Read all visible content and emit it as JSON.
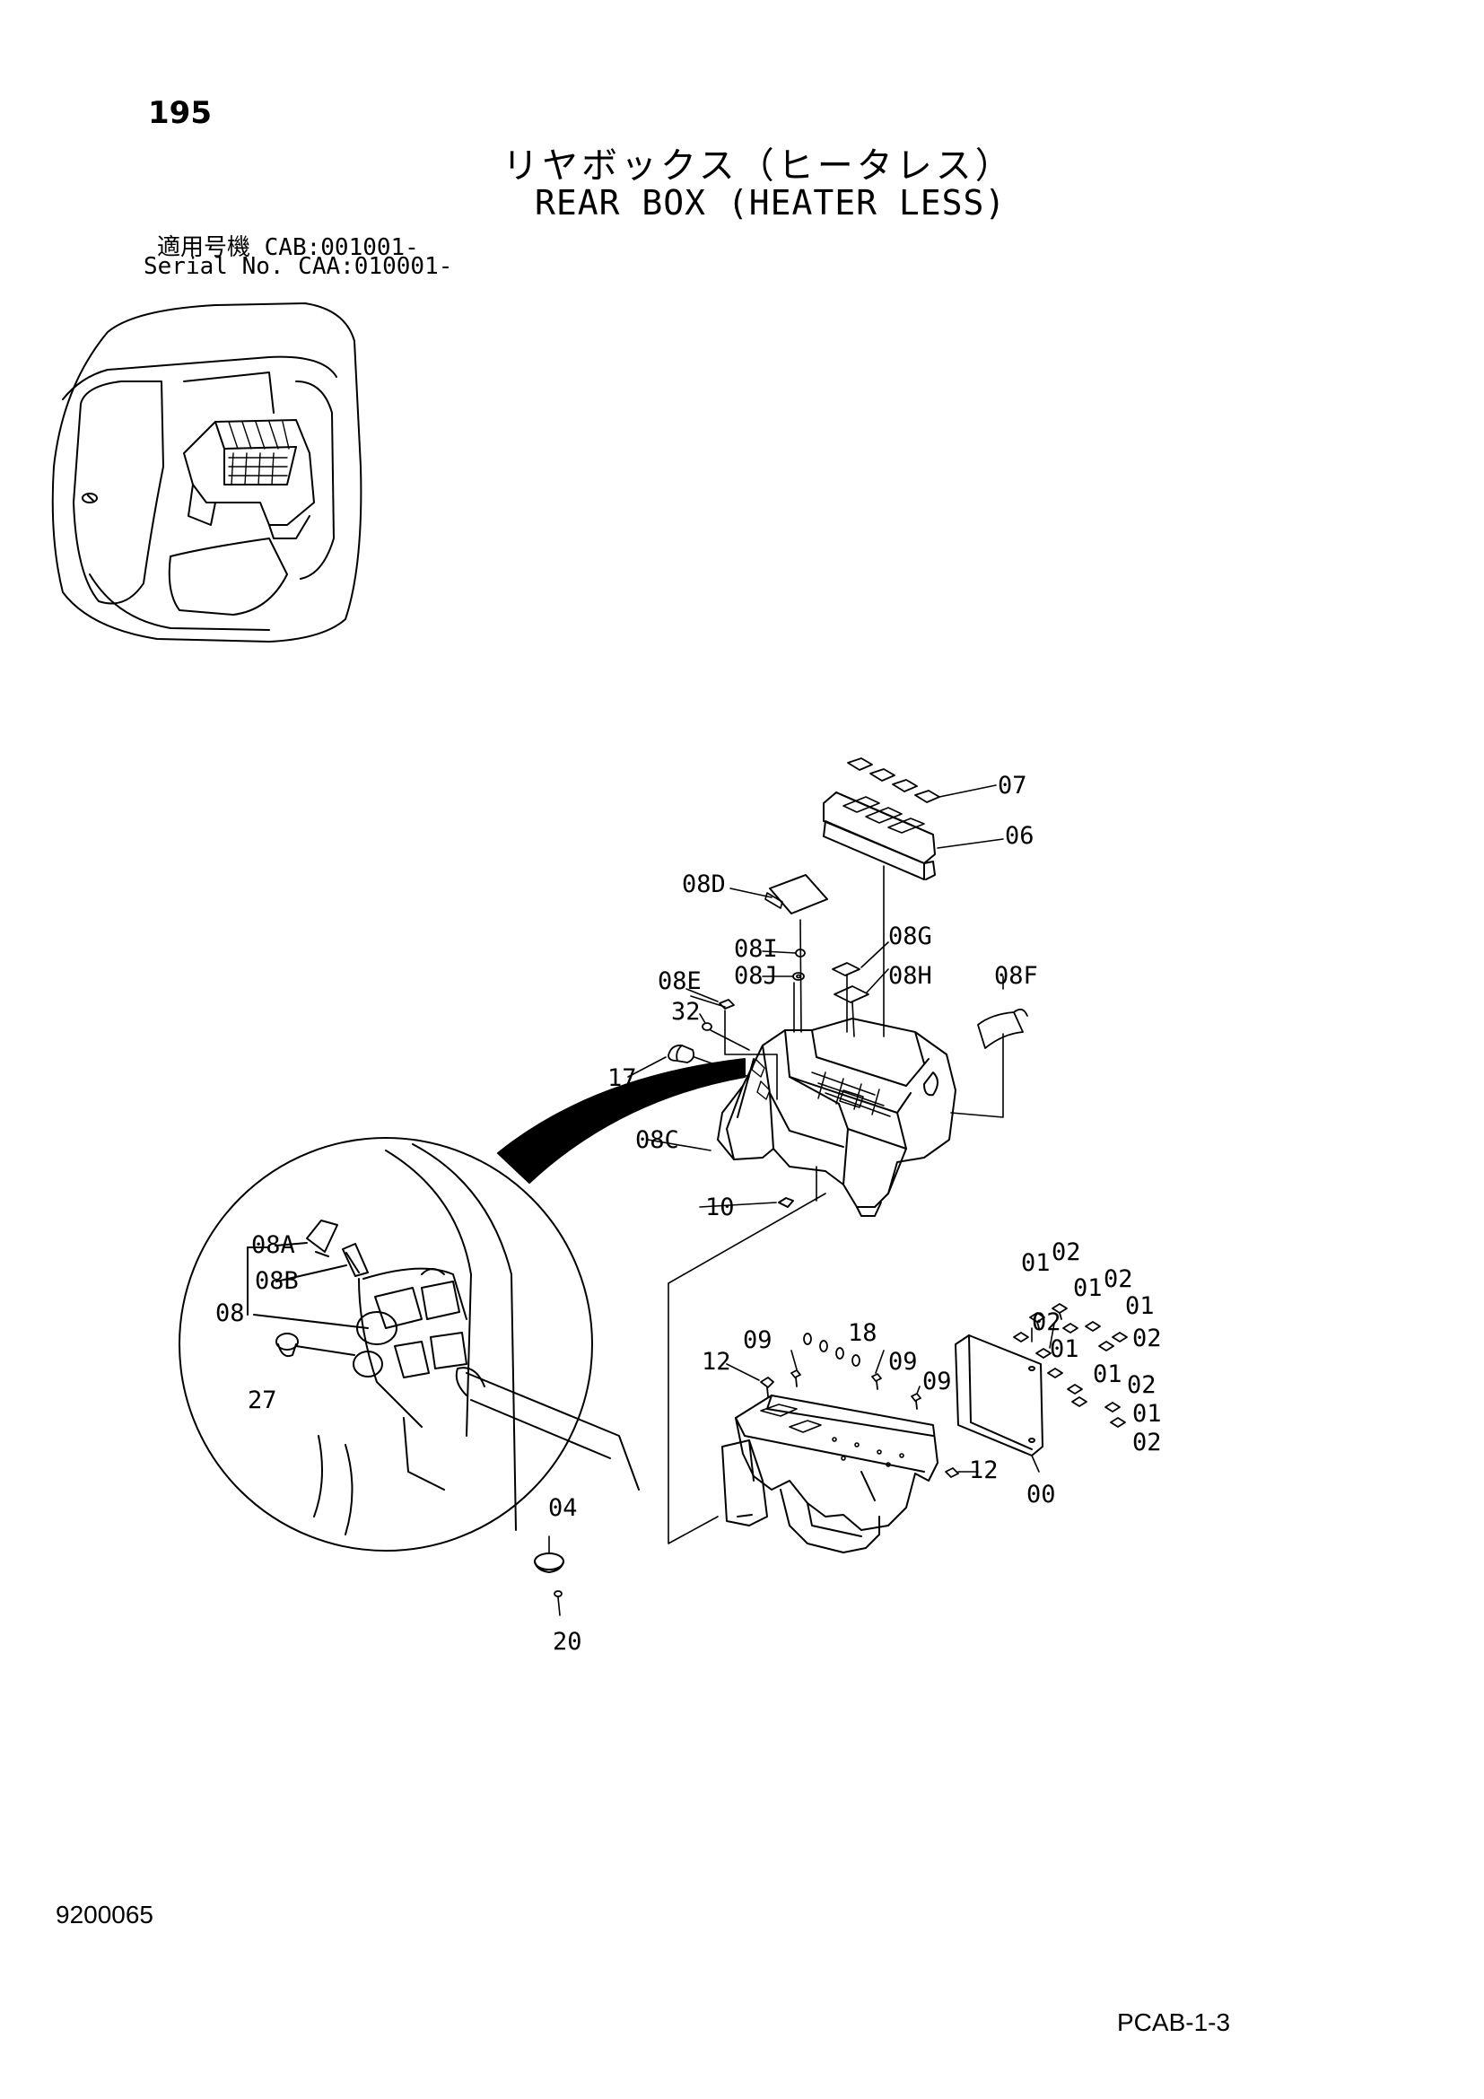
{
  "header": {
    "page_number": "195",
    "title_jp": "リヤボックス（ヒータレス）",
    "title_en": "REAR BOX (HEATER LESS)",
    "serial_line_1": "適用号機  CAB:001001-",
    "serial_line_2": "Serial No. CAA:010001-"
  },
  "footer": {
    "doc_id": "9200065",
    "page_code": "PCAB-1-3"
  },
  "part_labels": [
    {
      "id": "p07",
      "text": "07"
    },
    {
      "id": "p06",
      "text": "06"
    },
    {
      "id": "p08D",
      "text": "08D"
    },
    {
      "id": "p08I",
      "text": "08I"
    },
    {
      "id": "p08G",
      "text": "08G"
    },
    {
      "id": "p08J",
      "text": "08J"
    },
    {
      "id": "p08H",
      "text": "08H"
    },
    {
      "id": "p08E",
      "text": "08E"
    },
    {
      "id": "p08F",
      "text": "08F"
    },
    {
      "id": "p32",
      "text": "32"
    },
    {
      "id": "p17",
      "text": "17"
    },
    {
      "id": "p08C",
      "text": "08C"
    },
    {
      "id": "p10",
      "text": "10"
    },
    {
      "id": "p08A",
      "text": "08A"
    },
    {
      "id": "p08B",
      "text": "08B"
    },
    {
      "id": "p08",
      "text": "08"
    },
    {
      "id": "p27",
      "text": "27"
    },
    {
      "id": "p04",
      "text": "04"
    },
    {
      "id": "p20",
      "text": "20"
    },
    {
      "id": "p12a",
      "text": "12"
    },
    {
      "id": "p09a",
      "text": "09"
    },
    {
      "id": "p18",
      "text": "18"
    },
    {
      "id": "p09b",
      "text": "09"
    },
    {
      "id": "p09c",
      "text": "09"
    },
    {
      "id": "p12b",
      "text": "12"
    },
    {
      "id": "p00",
      "text": "00"
    },
    {
      "id": "p01a",
      "text": "01"
    },
    {
      "id": "p02a",
      "text": "02"
    },
    {
      "id": "p01b",
      "text": "01"
    },
    {
      "id": "p02b",
      "text": "02"
    },
    {
      "id": "p02c",
      "text": "02"
    },
    {
      "id": "p01c",
      "text": "01"
    },
    {
      "id": "p01d",
      "text": "01"
    },
    {
      "id": "p02d",
      "text": "02"
    },
    {
      "id": "p01e",
      "text": "01"
    },
    {
      "id": "p02e",
      "text": "02"
    },
    {
      "id": "p01f",
      "text": "01"
    },
    {
      "id": "p02f",
      "text": "02"
    }
  ]
}
